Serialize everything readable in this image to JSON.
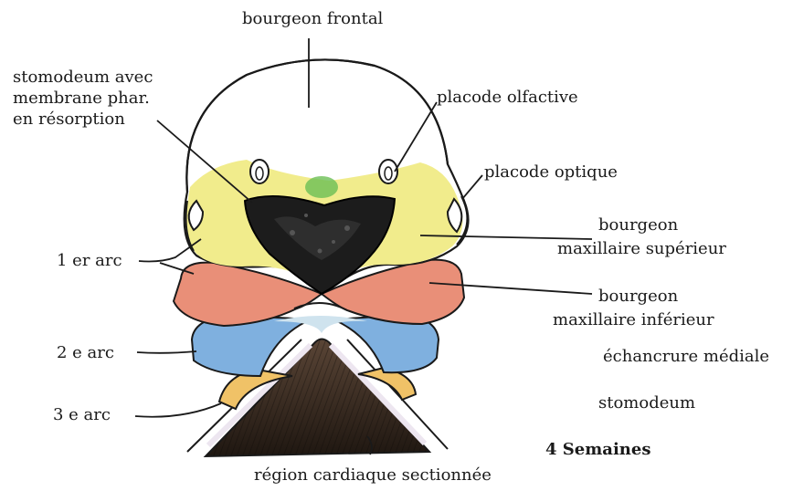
{
  "labels": {
    "bourgeon_frontal": "bourgeon frontal",
    "stomodeum_1": "stomodeum avec",
    "stomodeum_2": "membrane phar.",
    "stomodeum_3": "en résorption",
    "placode_olfactive": "placode olfactive",
    "placode_optique": "placode optique",
    "bms_1": "bourgeon",
    "bms_2": "maxillaire supérieur",
    "arc1": "1 er arc",
    "bmi_1": "bourgeon",
    "bmi_2": "maxillaire inférieur",
    "arc2": "2 e arc",
    "echancrure": "échancrure médiale",
    "arc3": "3 e arc",
    "stomodeum": "stomodeum",
    "semaines": "4 Semaines",
    "region_cardiaque": "région cardiaque sectionnée"
  },
  "colors": {
    "frontal": "#ffffff",
    "maxillaire_superieur": "#f1ec8c",
    "maxillaire_inferieur": "#e98f78",
    "arc2": "#7fb0df",
    "arc3": "#f0c267",
    "stomodeum": "#1c1c1c",
    "heart": "#3a2c22",
    "outline": "#1a1a1a"
  }
}
